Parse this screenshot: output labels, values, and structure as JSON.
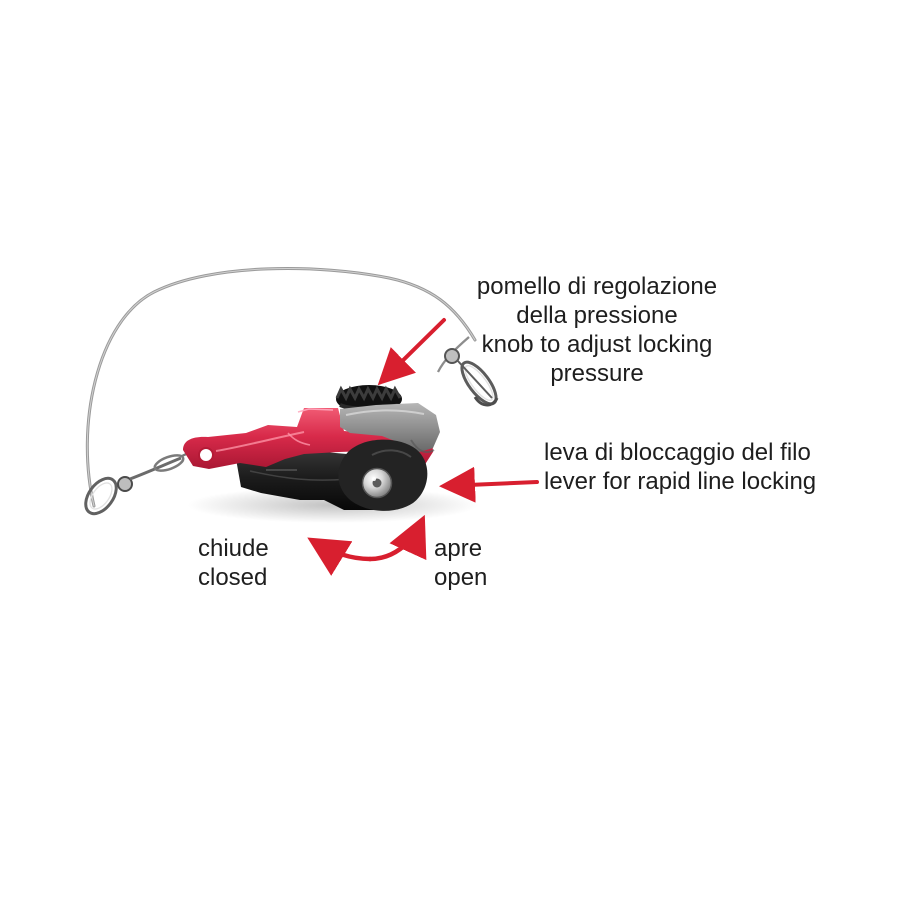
{
  "labels": {
    "knob": {
      "line1": "pomello di regolazione",
      "line2": "della pressione",
      "line3": "knob to adjust locking",
      "line4": "pressure"
    },
    "lever": {
      "line1": "leva di bloccaggio del filo",
      "line2": "lever for rapid line locking"
    },
    "close": {
      "line1": "chiude",
      "line2": "closed"
    },
    "open": {
      "line1": "apre",
      "line2": "open"
    }
  },
  "colors": {
    "background": "#ffffff",
    "text": "#1e1e1e",
    "arrow": "#d81f2f",
    "lever_red": "#d82a4a",
    "housing_gray": "#8e8e8e",
    "body_black": "#1b1b1b",
    "wire_silver": "#9a9a9a"
  },
  "product": {
    "name": "line release clip",
    "icons": [
      "wire-leader-icon",
      "snap-swivel-icon",
      "pressure-knob-icon",
      "locking-lever-icon",
      "metal-bolt-icon"
    ]
  }
}
